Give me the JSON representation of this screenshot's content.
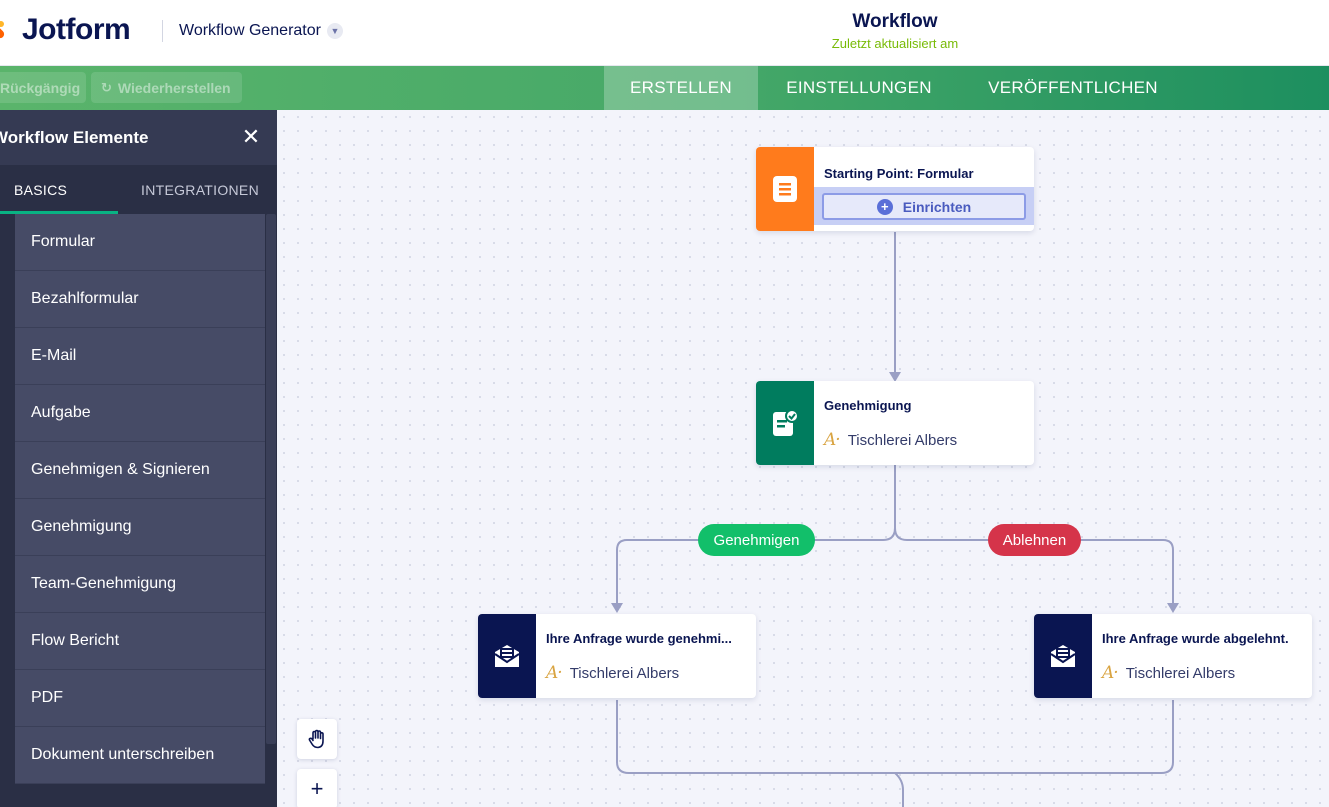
{
  "header": {
    "logo_text": "Jotform",
    "app_name": "Workflow Generator",
    "title": "Workflow",
    "subtitle": "Zuletzt aktualisiert am"
  },
  "toolbar": {
    "undo_label": "Rückgängig",
    "redo_label": "Wiederherstellen",
    "tabs": [
      "ERSTELLEN",
      "EINSTELLUNGEN",
      "VERÖFFENTLICHEN"
    ],
    "active_tab": "ERSTELLEN"
  },
  "sidebar": {
    "title": "Workflow Elemente",
    "tabs": [
      "BASICS",
      "INTEGRATIONEN"
    ],
    "active_tab": "BASICS",
    "items": [
      "Formular",
      "Bezahlformular",
      "E-Mail",
      "Aufgabe",
      "Genehmigen & Signieren",
      "Genehmigung",
      "Team-Genehmigung",
      "Flow Bericht",
      "PDF",
      "Dokument unterschreiben"
    ]
  },
  "canvas": {
    "start_node": {
      "title": "Starting Point: Formular",
      "button": "Einrichten",
      "icon": "form-icon",
      "color": "#ff7b1c"
    },
    "approval_node": {
      "title": "Genehmigung",
      "assignee": "Tischlerei Albers",
      "icon": "approval-doc-icon",
      "color": "#007c5e"
    },
    "branches": {
      "approve_label": "Genehmigen",
      "reject_label": "Ablehnen",
      "approve_color": "#12bf6a",
      "reject_color": "#d5344a"
    },
    "approved_node": {
      "title": "Ihre Anfrage wurde genehmi...",
      "assignee": "Tischlerei Albers",
      "icon": "mail-icon",
      "color": "#0a1551"
    },
    "rejected_node": {
      "title": "Ihre Anfrage wurde abgelehnt.",
      "assignee": "Tischlerei Albers",
      "icon": "mail-icon",
      "color": "#0a1551"
    }
  },
  "controls": {
    "pan_icon": "hand-icon",
    "zoom_in_icon": "plus-icon"
  }
}
